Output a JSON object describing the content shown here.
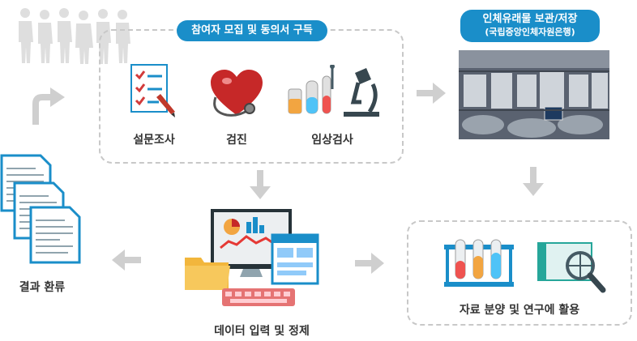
{
  "participation": {
    "title": "참여자 모집 및 동의서 구득",
    "items": [
      {
        "label": "설문조사",
        "icon": "survey-clipboard-icon"
      },
      {
        "label": "검진",
        "icon": "heart-stethoscope-icon"
      },
      {
        "label": "임상검사",
        "icon": "lab-microscope-icon"
      }
    ]
  },
  "storage": {
    "title": "인체유래물 보관/저장",
    "subtitle": "(국립중앙인체자원은행)"
  },
  "data_entry": {
    "label": "데이터 입력 및 정제"
  },
  "utilization": {
    "label": "자료 분양 및 연구에 활용"
  },
  "feedback": {
    "label": "결과 환류"
  },
  "colors": {
    "accent": "#1a8ec9",
    "arrow": "#c8c8c8",
    "dashed": "#c8c8c8",
    "people": "#dcdcdc"
  }
}
